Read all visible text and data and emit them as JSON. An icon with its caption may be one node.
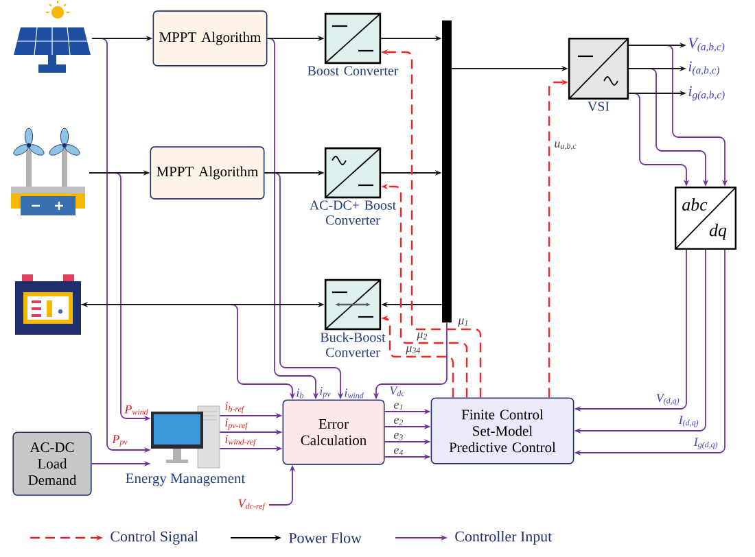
{
  "diagram": {
    "nodes": [
      {
        "text": [],
        "shape": "picture"
      },
      {
        "text": [
          "MPPT Algorithm"
        ]
      },
      {
        "text": [
          "Boost Converter"
        ]
      },
      {
        "text": [],
        "shape": "picture"
      },
      {
        "text": [
          "MPPT Algorithm"
        ]
      },
      {
        "text": [
          "AC-DC+ Boost Converter"
        ]
      },
      {
        "text": [],
        "shape": "picture"
      },
      {
        "text": [
          "Buck-Boost Converter"
        ]
      },
      {
        "text": [],
        "shape": "bar"
      },
      {
        "text": [
          "VSI"
        ]
      },
      {
        "text": [
          "abc",
          "dq"
        ]
      },
      {
        "text": [
          "Error Calculation"
        ]
      },
      {
        "text": [
          "Finite Control Set-Model Predictive Control"
        ]
      },
      {
        "text": [
          "Energy Management"
        ]
      },
      {
        "text": [
          "AC-DC Load Demand"
        ]
      },
      {
        "text": [
          "V$_{(a,b,c)}$"
        ]
      },
      {
        "text": [
          "i$_{(a,b,c)}$"
        ]
      },
      {
        "text": [
          "i$_{g(a,b,c)}$"
        ]
      }
    ],
    "edges": [
      {
        "from": 0,
        "to": 1,
        "arrow": "to",
        "color": "#1a1a1a"
      },
      {
        "from": 1,
        "to": 2,
        "arrow": "to",
        "color": "#1a1a1a"
      },
      {
        "from": 2,
        "to": 8,
        "arrow": "to",
        "color": "#1a1a1a"
      },
      {
        "from": 3,
        "to": 4,
        "arrow": "to",
        "color": "#1a1a1a"
      },
      {
        "from": 4,
        "to": 5,
        "arrow": "to",
        "color": "#1a1a1a"
      },
      {
        "from": 5,
        "to": 8,
        "arrow": "to",
        "color": "#1a1a1a"
      },
      {
        "from": 6,
        "to": 7,
        "arrow": "both",
        "color": "#1a1a1a"
      },
      {
        "from": 8,
        "to": 7,
        "arrow": "to",
        "color": "#1a1a1a"
      },
      {
        "from": 8,
        "to": 9,
        "arrow": "to",
        "color": "#1a1a1a"
      },
      {
        "from": 9,
        "to": 15,
        "arrow": "to",
        "color": "#1a1a1a"
      },
      {
        "from": 9,
        "to": 16,
        "arrow": "to",
        "color": "#1a1a1a"
      },
      {
        "from": 9,
        "to": 17,
        "arrow": "to",
        "color": "#1a1a1a"
      },
      {
        "from": 9,
        "to": 10,
        "arrow": "to"
      },
      {
        "from": 9,
        "to": 10,
        "arrow": "to"
      },
      {
        "from": 9,
        "to": 10,
        "arrow": "to"
      },
      {
        "from": 10,
        "to": 12,
        "arrow": "to",
        "label": "V$_{(d,q)}$"
      },
      {
        "from": 10,
        "to": 12,
        "arrow": "to",
        "label": "I$_{(d,q)}$"
      },
      {
        "from": 10,
        "to": 12,
        "arrow": "to",
        "label": "I$_{g(d,q)}$"
      },
      {
        "from": 0,
        "to": 13,
        "arrow": "to",
        "label": "P$_{pv}$"
      },
      {
        "from": 3,
        "to": 13,
        "arrow": "to",
        "label": "P$_{wind}$"
      },
      {
        "from": 14,
        "to": 13,
        "arrow": "to"
      },
      {
        "from": 13,
        "to": 11,
        "arrow": "to",
        "label": "i$_{b-ref}$"
      },
      {
        "from": 13,
        "to": 11,
        "arrow": "to",
        "label": "i$_{pv-ref}$"
      },
      {
        "from": 13,
        "to": 11,
        "arrow": "to",
        "label": "i$_{wind-ref}$"
      },
      {
        "from": null,
        "to": 11,
        "arrow": "to",
        "label": "V$_{dc-ref}$"
      },
      {
        "from": 6,
        "to": 11,
        "arrow": "to",
        "label": "i$_{b}$"
      },
      {
        "from": 1,
        "to": 11,
        "arrow": "to",
        "label": "i$_{pv}$"
      },
      {
        "from": 4,
        "to": 11,
        "arrow": "to",
        "label": "i$_{wind}$"
      },
      {
        "from": 8,
        "to": 11,
        "arrow": "to",
        "label": "V$_{dc}$"
      },
      {
        "from": 12,
        "to": 2,
        "arrow": "to",
        "label": "μ$_{1}$",
        "style": "dashed",
        "color": "#ff2020"
      },
      {
        "from": 12,
        "to": 5,
        "arrow": "to",
        "label": "μ$_{2}$",
        "style": "dashed",
        "color": "#ff2020"
      },
      {
        "from": 12,
        "to": 7,
        "arrow": "to",
        "label": "μ$_{34}$",
        "style": "dashed",
        "color": "#ff2020"
      },
      {
        "from": 12,
        "to": 9,
        "arrow": "to",
        "label": "u$_{a,b,c}$",
        "style": "dashed",
        "color": "#ff2020"
      },
      {
        "from": 11,
        "to": 12,
        "arrow": "to",
        "label": "e$_{1}$"
      },
      {
        "from": 11,
        "to": 12,
        "arrow": "to",
        "label": "e$_{2}$"
      },
      {
        "from": 11,
        "to": 12,
        "arrow": "to",
        "label": "e$_{3}$"
      },
      {
        "from": 11,
        "to": 12,
        "arrow": "to",
        "label": "e$_{4}$"
      }
    ],
    "legend": [
      {
        "text": "Control Signal"
      },
      {
        "text": "Power Flow"
      },
      {
        "text": "Controller Input"
      }
    ]
  }
}
